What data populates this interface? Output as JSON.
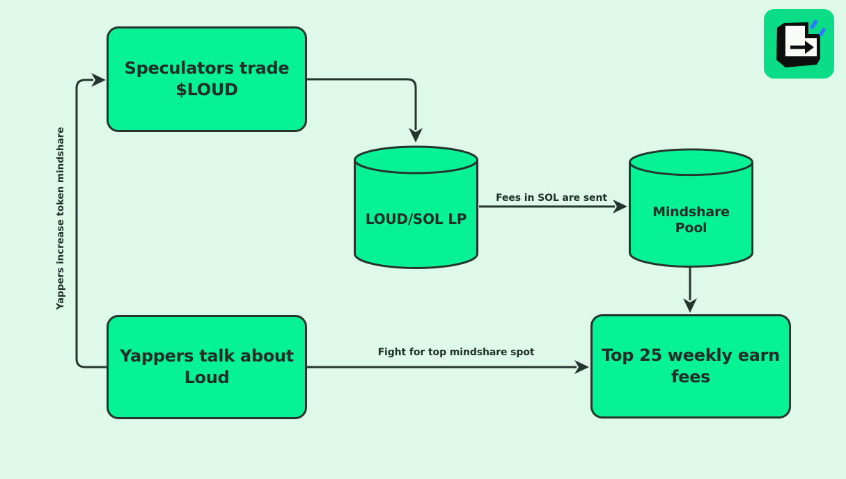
{
  "colors": {
    "background": "#def8ea",
    "node_fill": "#06f294",
    "stroke": "#263430",
    "text": "#1f2e29",
    "logo_green": "#0bdd86",
    "logo_blue": "#2f7bff"
  },
  "nodes": {
    "speculators": {
      "line1": "Speculators trade",
      "line2": "$LOUD"
    },
    "loud_sol_lp": {
      "label": "LOUD/SOL LP"
    },
    "mindshare_pool": {
      "line1": "Mindshare",
      "line2": "Pool"
    },
    "yappers": {
      "line1": "Yappers talk about",
      "line2": "Loud"
    },
    "top25": {
      "line1": "Top 25 weekly earn",
      "line2": "fees"
    }
  },
  "edges": {
    "yappers_to_speculators_label": "Yappers increase token mindshare",
    "lp_to_pool_label": "Fees in SOL are sent",
    "yappers_to_top25_label": "Fight for top mindshare spot"
  },
  "logo": {
    "icon": "enter-key-arrow-icon"
  }
}
